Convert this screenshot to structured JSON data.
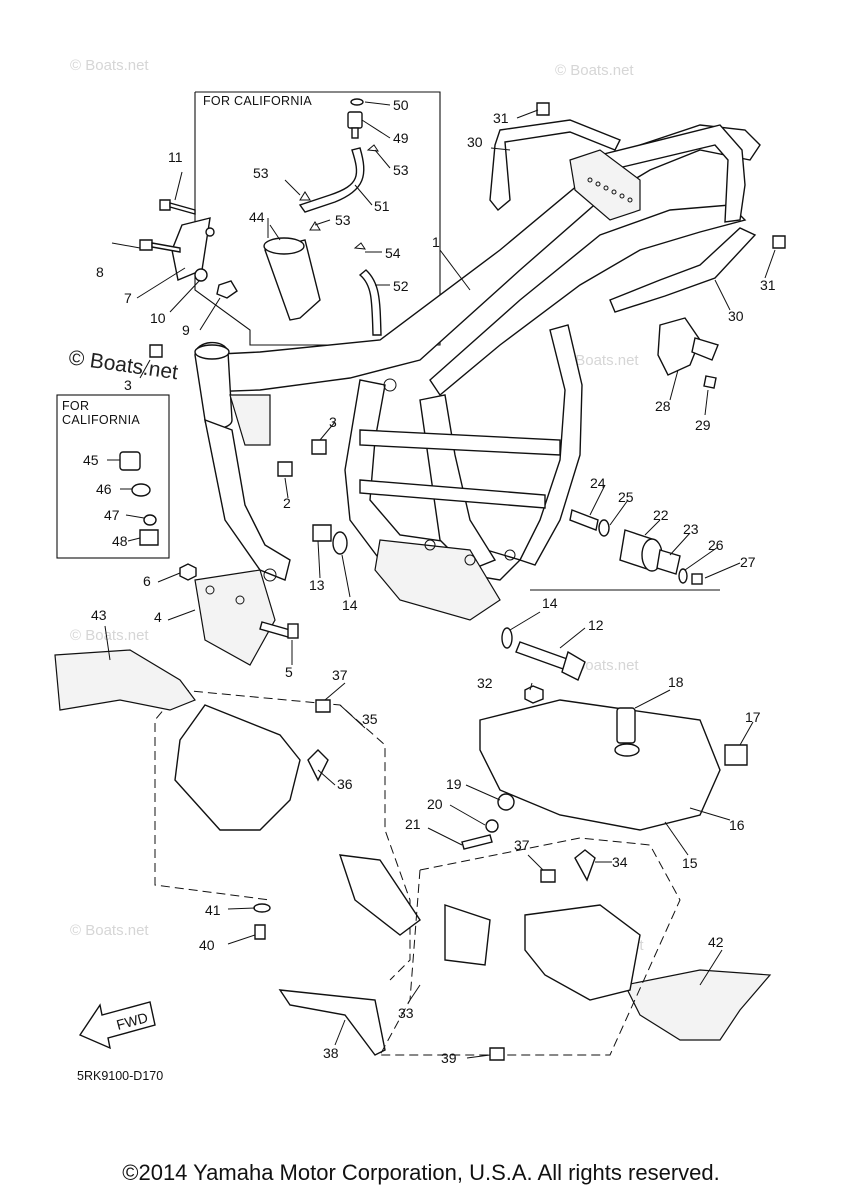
{
  "boxes": {
    "upper": "FOR CALIFORNIA",
    "left_line1": "FOR",
    "left_line2": "CALIFORNIA"
  },
  "fwd_label": "FWD",
  "diagram_code": "5RK9100-D170",
  "watermark": "© Boats.net",
  "copyright": "©2014 Yamaha Motor Corporation, U.S.A. All rights reserved.",
  "callouts": [
    "1",
    "2",
    "3",
    "3",
    "4",
    "5",
    "6",
    "7",
    "8",
    "9",
    "10",
    "11",
    "12",
    "13",
    "14",
    "14",
    "15",
    "16",
    "17",
    "18",
    "19",
    "20",
    "21",
    "22",
    "23",
    "24",
    "25",
    "26",
    "27",
    "28",
    "29",
    "30",
    "30",
    "31",
    "31",
    "32",
    "33",
    "34",
    "35",
    "36",
    "37",
    "37",
    "38",
    "39",
    "40",
    "41",
    "42",
    "43",
    "44",
    "45",
    "46",
    "47",
    "48",
    "49",
    "50",
    "51",
    "52",
    "53",
    "53",
    "53",
    "54"
  ]
}
